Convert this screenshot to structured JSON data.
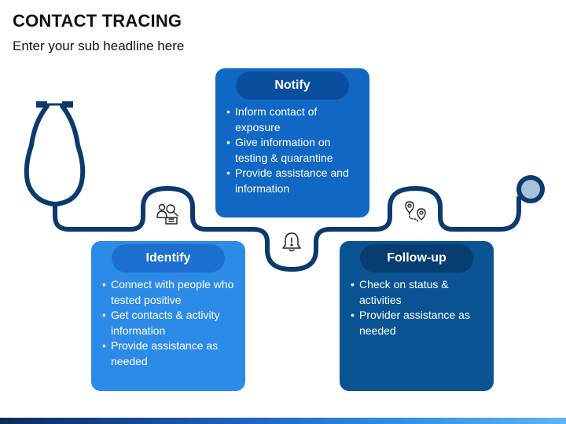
{
  "header": {
    "title": "CONTACT TRACING",
    "subtitle": "Enter your sub headline here"
  },
  "cards": [
    {
      "key": "identify",
      "title": "Identify",
      "bullets": [
        "Connect with people who tested positive",
        "Get contacts & activity information",
        "Provide assistance as needed"
      ],
      "icon": "doctor-search-icon"
    },
    {
      "key": "notify",
      "title": "Notify",
      "bullets": [
        "Inform contact of exposure",
        "Give information on testing & quarantine",
        "Provide assistance and information"
      ],
      "icon": "bell-icon"
    },
    {
      "key": "followup",
      "title": "Follow-up",
      "bullets": [
        "Check on status & activities",
        "Provider assistance as needed"
      ],
      "icon": "route-pins-icon"
    }
  ],
  "colors": {
    "stethoscope": "#0b3a6e",
    "identify": "#2d8be8",
    "notify": "#1168c4",
    "followup": "#0a5494",
    "chestpiece_inner": "#a9c1dc"
  }
}
